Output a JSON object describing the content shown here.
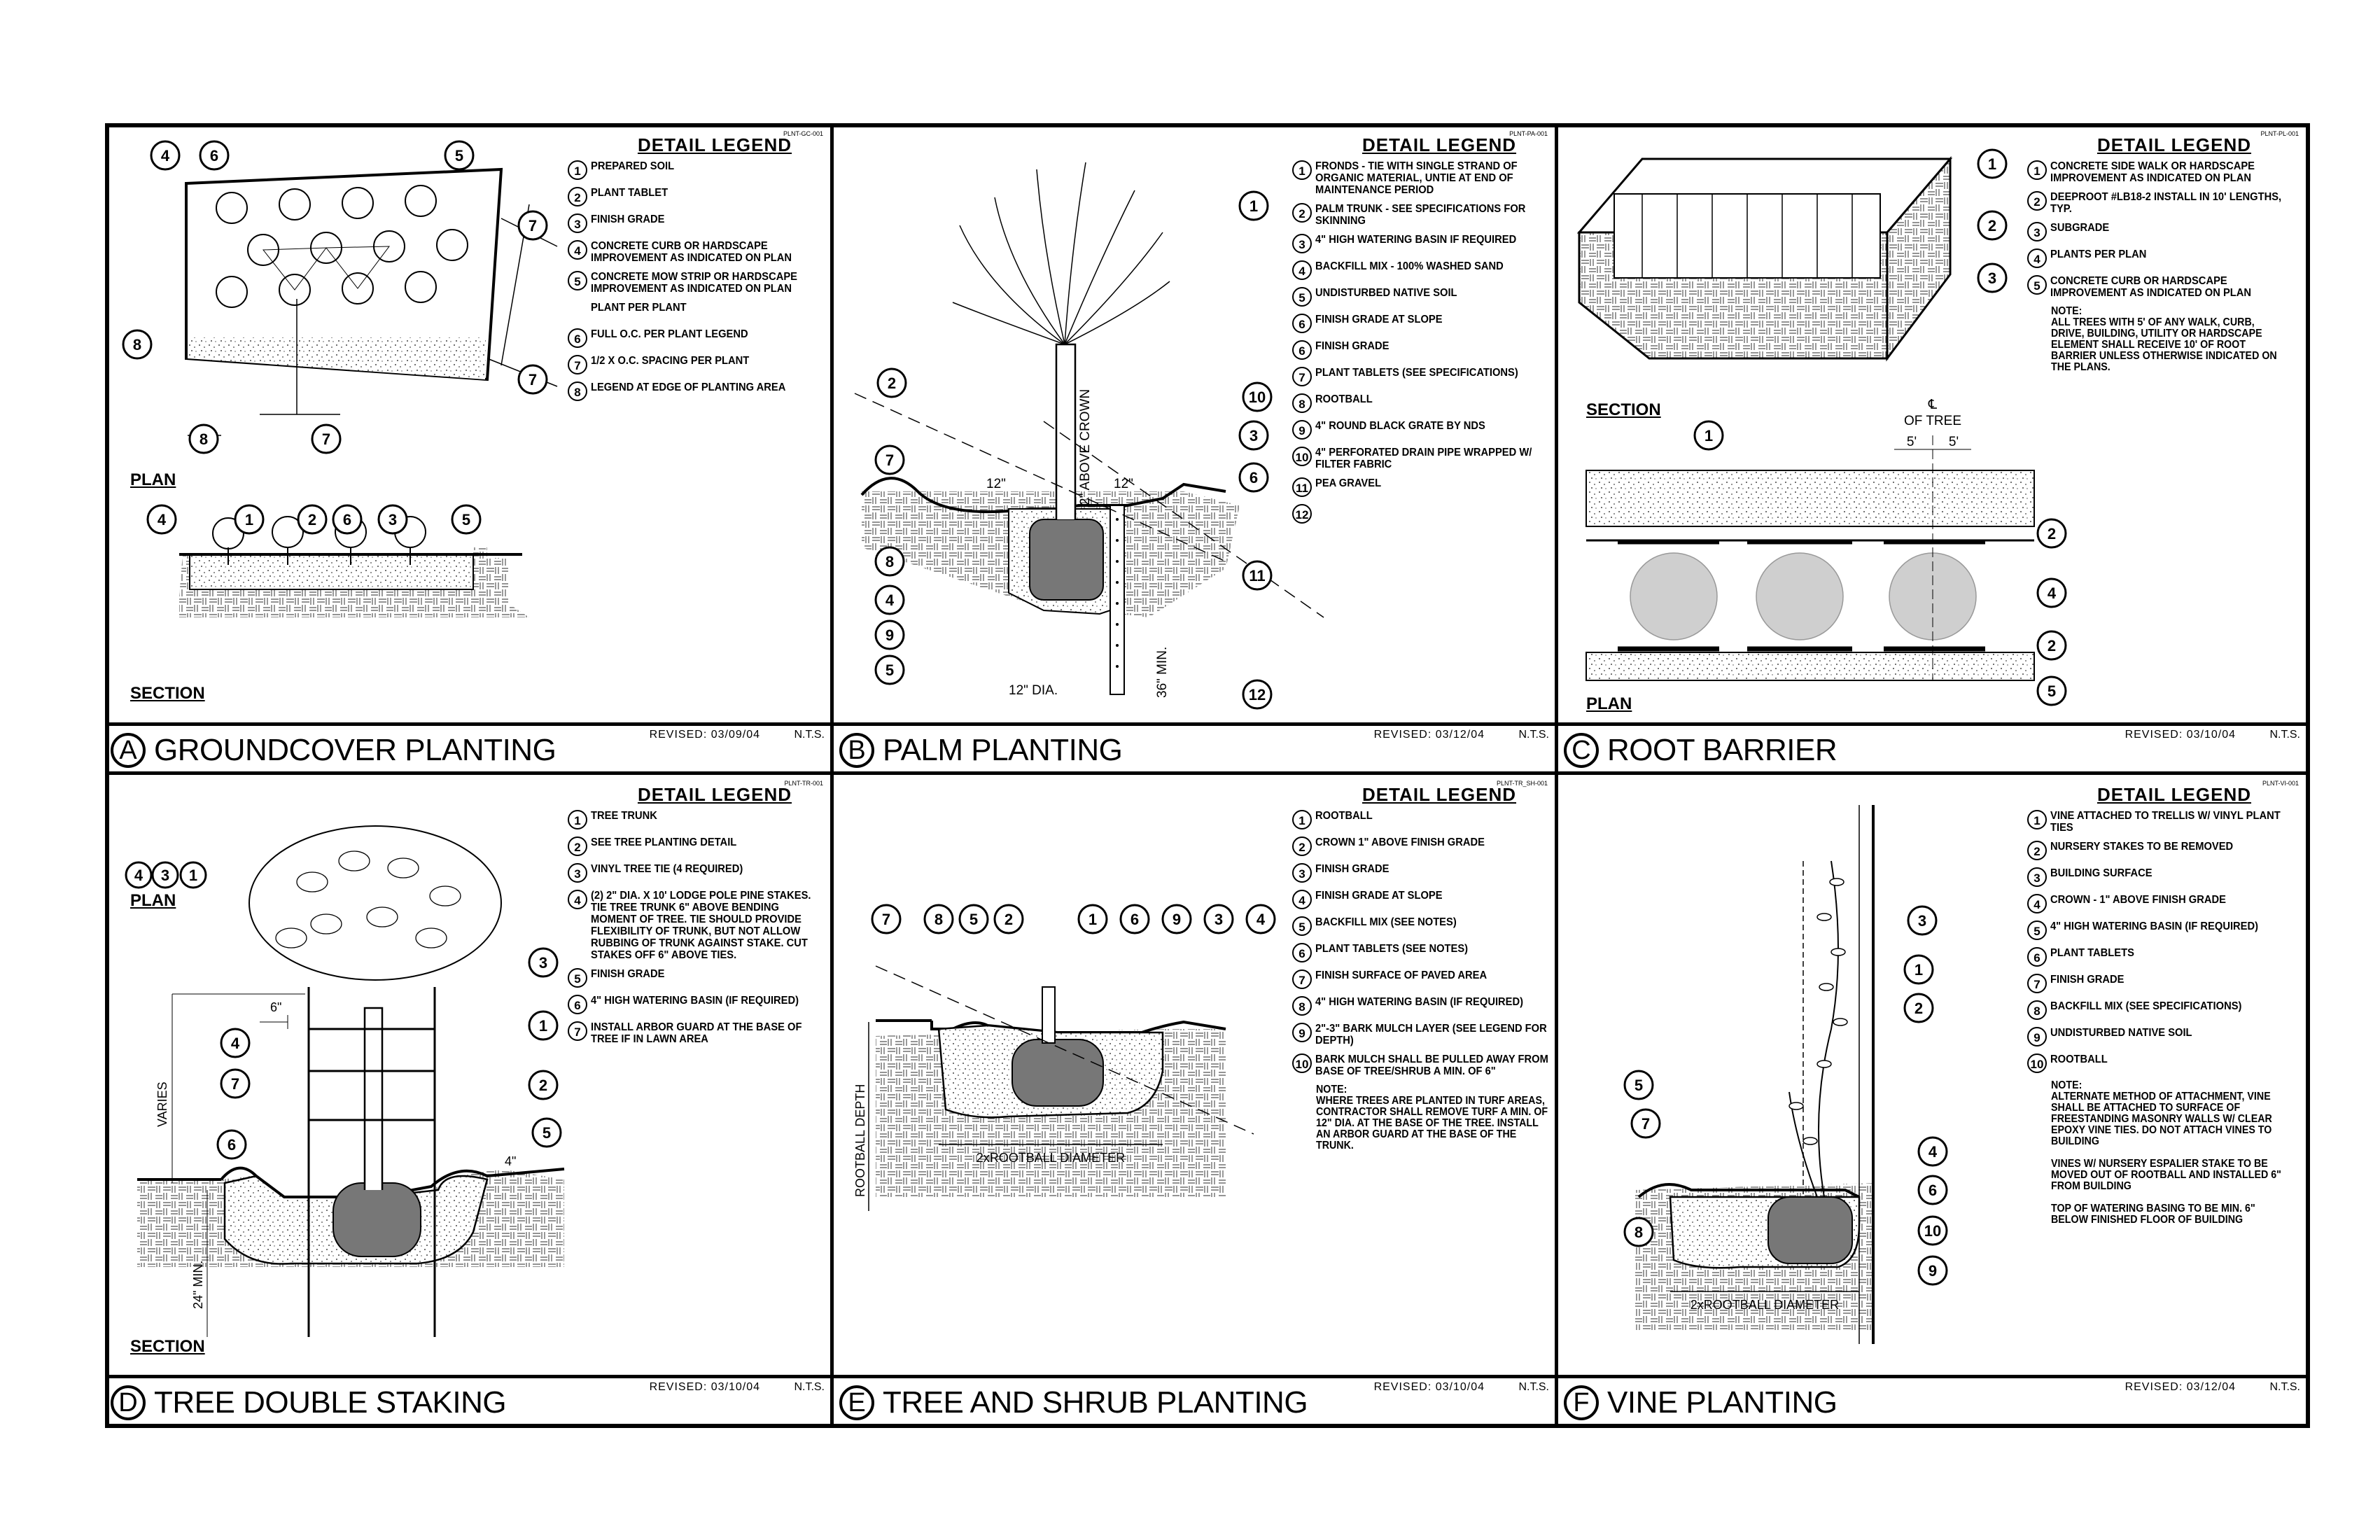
{
  "panels": [
    {
      "letter": "A",
      "title": "GROUNDCOVER PLANTING",
      "revised": "REVISED: 03/09/04",
      "scale": "N.T.S.",
      "code": "PLNT-GC-001",
      "legend_title": "DETAIL LEGEND",
      "legend": [
        {
          "n": "1",
          "t": "PREPARED SOIL"
        },
        {
          "n": "2",
          "t": "PLANT TABLET"
        },
        {
          "n": "3",
          "t": "FINISH GRADE"
        },
        {
          "n": "4",
          "t": "CONCRETE CURB OR HARDSCAPE IMPROVEMENT AS INDICATED ON PLAN"
        },
        {
          "n": "5",
          "t": "CONCRETE MOW STRIP OR HARDSCAPE IMPROVEMENT AS INDICATED ON PLAN"
        },
        {
          "n": "",
          "t": "PLANT PER PLANT"
        },
        {
          "n": "6",
          "t": "FULL O.C. PER PLANT LEGEND"
        },
        {
          "n": "7",
          "t": "1/2 x O.C. SPACING PER PLANT"
        },
        {
          "n": "8",
          "t": "LEGEND AT EDGE OF PLANTING AREA"
        }
      ],
      "views": [
        "PLAN",
        "SECTION"
      ]
    },
    {
      "letter": "B",
      "title": "PALM PLANTING",
      "revised": "REVISED: 03/12/04",
      "scale": "N.T.S.",
      "code": "PLNT-PA-001",
      "legend_title": "DETAIL LEGEND",
      "legend": [
        {
          "n": "1",
          "t": "FRONDS - TIE WITH SINGLE STRAND OF ORGANIC MATERIAL, UNTIE AT END OF MAINTENANCE PERIOD"
        },
        {
          "n": "2",
          "t": "PALM TRUNK - SEE SPECIFICATIONS FOR SKINNING"
        },
        {
          "n": "3",
          "t": "4\" HIGH WATERING BASIN IF REQUIRED"
        },
        {
          "n": "4",
          "t": "BACKFILL MIX - 100% WASHED SAND"
        },
        {
          "n": "5",
          "t": "UNDISTURBED NATIVE SOIL"
        },
        {
          "n": "6",
          "t": "FINISH GRADE AT SLOPE"
        },
        {
          "n": "6",
          "t": "FINISH GRADE"
        },
        {
          "n": "7",
          "t": "PLANT TABLETS (SEE SPECIFICATIONS)"
        },
        {
          "n": "8",
          "t": "ROOTBALL"
        },
        {
          "n": "9",
          "t": "4\" ROUND BLACK GRATE BY NDS"
        },
        {
          "n": "10",
          "t": "4\" PERFORATED DRAIN PIPE WRAPPED W/ FILTER FABRIC"
        },
        {
          "n": "11",
          "t": "PEA GRAVEL"
        },
        {
          "n": "12",
          "t": ""
        }
      ],
      "dims": {
        "d1": "12\"",
        "d2": "12\"",
        "d3": "2\" ABOVE CROWN",
        "d4": "12\" DIA.",
        "d5": "36\" MIN."
      }
    },
    {
      "letter": "C",
      "title": "ROOT BARRIER",
      "revised": "REVISED: 03/10/04",
      "scale": "N.T.S.",
      "code": "PLNT-PL-001",
      "legend_title": "DETAIL LEGEND",
      "legend": [
        {
          "n": "1",
          "t": "CONCRETE SIDE WALK OR HARDSCAPE IMPROVEMENT AS INDICATED ON PLAN"
        },
        {
          "n": "2",
          "t": "DEEPROOT #LB18-2 INSTALL IN 10' LENGTHS, TYP."
        },
        {
          "n": "3",
          "t": "SUBGRADE"
        },
        {
          "n": "4",
          "t": "PLANTS PER PLAN"
        },
        {
          "n": "5",
          "t": "CONCRETE CURB OR HARDSCAPE IMPROVEMENT AS INDICATED ON PLAN"
        }
      ],
      "note": "NOTE:\nALL TREES WITH 5' OF ANY WALK, CURB, DRIVE, BUILDING, UTILITY OR HARDSCAPE ELEMENT SHALL RECEIVE 10' OF ROOT BARRIER UNLESS OTHERWISE INDICATED ON THE PLANS.",
      "views": [
        "SECTION",
        "PLAN"
      ],
      "dims": {
        "cl": "℄",
        "of_tree": "OF TREE",
        "d1": "5'",
        "d2": "5'"
      }
    },
    {
      "letter": "D",
      "title": "TREE DOUBLE STAKING",
      "revised": "REVISED: 03/10/04",
      "scale": "N.T.S.",
      "code": "PLNT-TR-001",
      "legend_title": "DETAIL LEGEND",
      "legend": [
        {
          "n": "1",
          "t": "TREE TRUNK"
        },
        {
          "n": "2",
          "t": "SEE TREE PLANTING DETAIL"
        },
        {
          "n": "3",
          "t": "VINYL TREE TIE (4 REQUIRED)"
        },
        {
          "n": "4",
          "t": "(2) 2\" DIA. x 10' LODGE POLE PINE STAKES. TIE TREE TRUNK 6\" ABOVE BENDING MOMENT OF TREE. TIE SHOULD PROVIDE FLEXIBILITY OF TRUNK, BUT NOT ALLOW RUBBING OF TRUNK AGAINST STAKE. CUT STAKES OFF 6\" ABOVE TIES."
        },
        {
          "n": "5",
          "t": "FINISH GRADE"
        },
        {
          "n": "6",
          "t": "4\" HIGH WATERING BASIN (IF REQUIRED)"
        },
        {
          "n": "7",
          "t": "INSTALL ARBOR GUARD AT THE BASE OF TREE IF IN LAWN AREA"
        }
      ],
      "views": [
        "PLAN",
        "SECTION"
      ],
      "dims": {
        "d1": "6\"",
        "d2": "VARIES",
        "d3": "24\" MIN.",
        "d4": "4\""
      }
    },
    {
      "letter": "E",
      "title": "TREE AND SHRUB PLANTING",
      "revised": "REVISED: 03/10/04",
      "scale": "N.T.S.",
      "code": "PLNT-TR_SH-001",
      "legend_title": "DETAIL LEGEND",
      "legend": [
        {
          "n": "1",
          "t": "ROOTBALL"
        },
        {
          "n": "2",
          "t": "CROWN 1\" ABOVE FINISH GRADE"
        },
        {
          "n": "3",
          "t": "FINISH GRADE"
        },
        {
          "n": "4",
          "t": "FINISH GRADE AT SLOPE"
        },
        {
          "n": "5",
          "t": "BACKFILL MIX (SEE NOTES)"
        },
        {
          "n": "6",
          "t": "PLANT TABLETS (SEE NOTES)"
        },
        {
          "n": "7",
          "t": "FINISH SURFACE OF PAVED AREA"
        },
        {
          "n": "8",
          "t": "4\" HIGH WATERING BASIN (IF REQUIRED)"
        },
        {
          "n": "9",
          "t": "2\"-3\" BARK MULCH LAYER (SEE LEGEND FOR DEPTH)"
        },
        {
          "n": "10",
          "t": "BARK MULCH SHALL BE PULLED AWAY FROM BASE OF TREE/SHRUB A MIN. OF 6\""
        }
      ],
      "note": "NOTE:\nWHERE TREES ARE PLANTED IN TURF AREAS, CONTRACTOR SHALL REMOVE TURF A MIN. OF 12\" DIA. AT THE BASE OF THE TREE. INSTALL AN ARBOR GUARD AT THE BASE OF THE TRUNK.",
      "dims": {
        "d1": "2xROOTBALL DIAMETER",
        "d2": "ROOTBALL DEPTH"
      }
    },
    {
      "letter": "F",
      "title": "VINE PLANTING",
      "revised": "REVISED: 03/12/04",
      "scale": "N.T.S.",
      "code": "PLNT-VI-001",
      "legend_title": "DETAIL LEGEND",
      "legend": [
        {
          "n": "1",
          "t": "VINE ATTACHED TO TRELLIS W/ VINYL PLANT TIES"
        },
        {
          "n": "2",
          "t": "NURSERY STAKES TO BE REMOVED"
        },
        {
          "n": "3",
          "t": "BUILDING SURFACE"
        },
        {
          "n": "4",
          "t": "CROWN - 1\" ABOVE FINISH GRADE"
        },
        {
          "n": "5",
          "t": "4\" HIGH WATERING BASIN (IF REQUIRED)"
        },
        {
          "n": "6",
          "t": "PLANT TABLETS"
        },
        {
          "n": "7",
          "t": "FINISH GRADE"
        },
        {
          "n": "8",
          "t": "BACKFILL MIX (SEE SPECIFICATIONS)"
        },
        {
          "n": "9",
          "t": "UNDISTURBED NATIVE SOIL"
        },
        {
          "n": "10",
          "t": "ROOTBALL"
        }
      ],
      "note": "NOTE:\nALTERNATE METHOD OF ATTACHMENT, VINE SHALL BE ATTACHED TO SURFACE OF FREESTANDING MASONRY WALLS W/ CLEAR EPOXY VINE TIES. DO NOT ATTACH VINES TO BUILDING\n\nVINES W/ NURSERY ESPALIER STAKE TO BE MOVED OUT OF ROOTBALL AND INSTALLED 6\" FROM BUILDING\n\nTOP OF WATERING BASING TO BE MIN. 6\" BELOW FINISHED FLOOR OF BUILDING",
      "dims": {
        "d1": "2xROOTBALL DIAMETER"
      }
    }
  ]
}
